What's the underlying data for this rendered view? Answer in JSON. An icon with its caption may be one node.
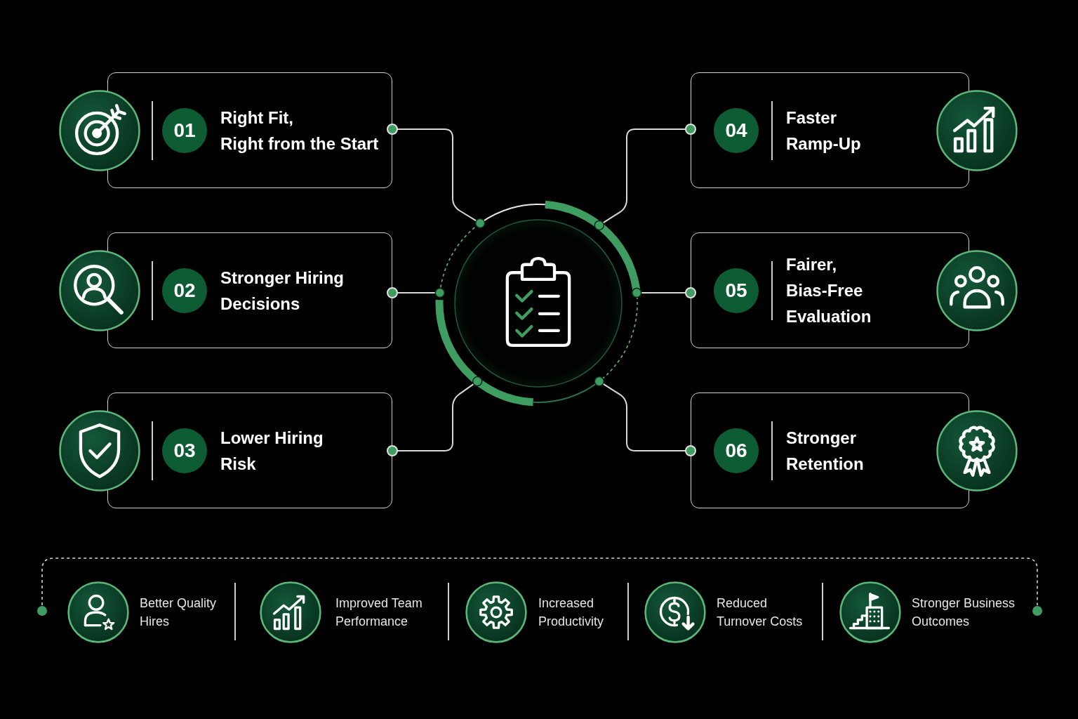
{
  "diagram": {
    "nodes": [
      {
        "text": [
          "Right Fit, Right from the Start"
        ]
      },
      {
        "text": [
          "01"
        ],
        "in": 0
      },
      {
        "text": [
          "Stronger Hiring Decisions"
        ]
      },
      {
        "text": [
          "02"
        ],
        "in": 2
      },
      {
        "text": [
          "Lower Hiring Risk"
        ]
      },
      {
        "text": [
          "03"
        ],
        "in": 4
      },
      {
        "text": [
          "Faster Ramp-Up"
        ]
      },
      {
        "text": [
          "04"
        ],
        "in": 6
      },
      {
        "text": [
          "Fairer, Bias-Free Evaluation"
        ]
      },
      {
        "text": [
          "05"
        ],
        "in": 8
      },
      {
        "text": [
          "Stronger Retention"
        ]
      },
      {
        "text": [
          "06"
        ],
        "in": 10
      },
      {
        "text": [],
        "shape": "circle"
      }
    ],
    "edges": [
      {
        "from": 0,
        "to": 12,
        "arrow": "other"
      },
      {
        "from": 2,
        "to": 12,
        "arrow": "other"
      },
      {
        "from": 4,
        "to": 12,
        "arrow": "other"
      },
      {
        "from": 6,
        "to": 12,
        "arrow": "other"
      },
      {
        "from": 8,
        "to": 12,
        "arrow": "other"
      },
      {
        "from": 10,
        "to": 12,
        "arrow": "other"
      }
    ],
    "labels": [
      "Better Quality Hires",
      "Improved Team Performance",
      "Increased Productivity",
      "Reduced Turnover Costs",
      "Stronger Business Outcomes"
    ]
  }
}
